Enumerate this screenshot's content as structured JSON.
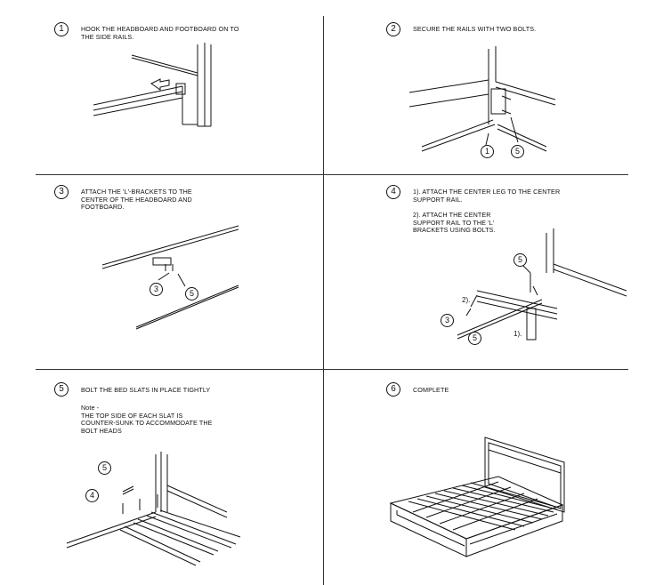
{
  "steps": [
    {
      "number": "1",
      "text": "HOOK THE HEADBOARD AND FOOTBOARD ON TO\nTHE SIDE RAILS."
    },
    {
      "number": "2",
      "text": "SECURE THE RAILS WITH TWO BOLTS."
    },
    {
      "number": "3",
      "text": "ATTACH THE 'L'-BRACKETS TO THE\nCENTER OF THE HEADBOARD AND\nFOOTBOARD."
    },
    {
      "number": "4",
      "text_a": "1). ATTACH THE CENTER LEG TO THE CENTER\n     SUPPORT RAIL.",
      "text_b": "2). ATTACH THE CENTER\n     SUPPORT RAIL TO THE 'L'\n     BRACKETS USING BOLTS."
    },
    {
      "number": "5",
      "text": "BOLT THE BED SLATS IN PLACE TIGHTLY",
      "note": "Note -\nTHE TOP SIDE OF EACH SLAT IS\nCOUNTER-SUNK TO ACCOMMODATE THE\nBOLT HEADS"
    },
    {
      "number": "6",
      "text": "COMPLETE"
    }
  ],
  "callouts": {
    "bracket": "3",
    "bolt": "5",
    "rail_part": "1",
    "slat_bolt": "4"
  },
  "sub_labels": {
    "leg": "1).",
    "bracket_bolt": "2)."
  }
}
